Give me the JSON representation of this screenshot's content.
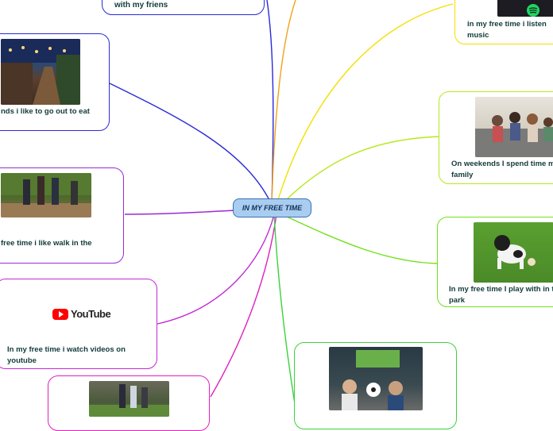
{
  "central_topic": "IN MY FREE TIME",
  "nodes": [
    {
      "id": "friends",
      "label": "with my friens",
      "color": "#2a2ad9",
      "image": ""
    },
    {
      "id": "eat",
      "label": "nds i like to go out to eat",
      "color": "#2a2ad9",
      "image": "restaurant-terrace-photo"
    },
    {
      "id": "walk",
      "label": "free time i like walk in the",
      "color": "#9a2ad6",
      "image": "forest-walk-photo"
    },
    {
      "id": "youtube",
      "label": "In my free time i watch videos on youtube",
      "color": "#c22ad6",
      "image": "youtube-logo",
      "logo_text": "YouTube"
    },
    {
      "id": "sport",
      "label": "",
      "color": "#e020c0",
      "image": "soccer-players-photo"
    },
    {
      "id": "music",
      "label": "in my free time i listen music",
      "color": "#f2d000",
      "image": "spotify-photo"
    },
    {
      "id": "family",
      "label": "On weekends I spend time my family",
      "color": "#b7e81c",
      "image": "family-couch-photo"
    },
    {
      "id": "dog",
      "label": "In my free time I play with in the park",
      "color": "#6fe21c",
      "image": "dog-park-photo"
    },
    {
      "id": "football",
      "label": "",
      "color": "#3ad23a",
      "image": "football-fans-photo"
    }
  ],
  "connector_colors": {
    "orange": "#f2a21a",
    "yellow": "#f2e000",
    "blue": "#2a2ad9",
    "violet": "#9a2ad6",
    "magenta": "#c22ad6",
    "pink": "#e020c0",
    "lime": "#b7e81c",
    "green": "#6fe21c",
    "emerald": "#3ad23a"
  }
}
